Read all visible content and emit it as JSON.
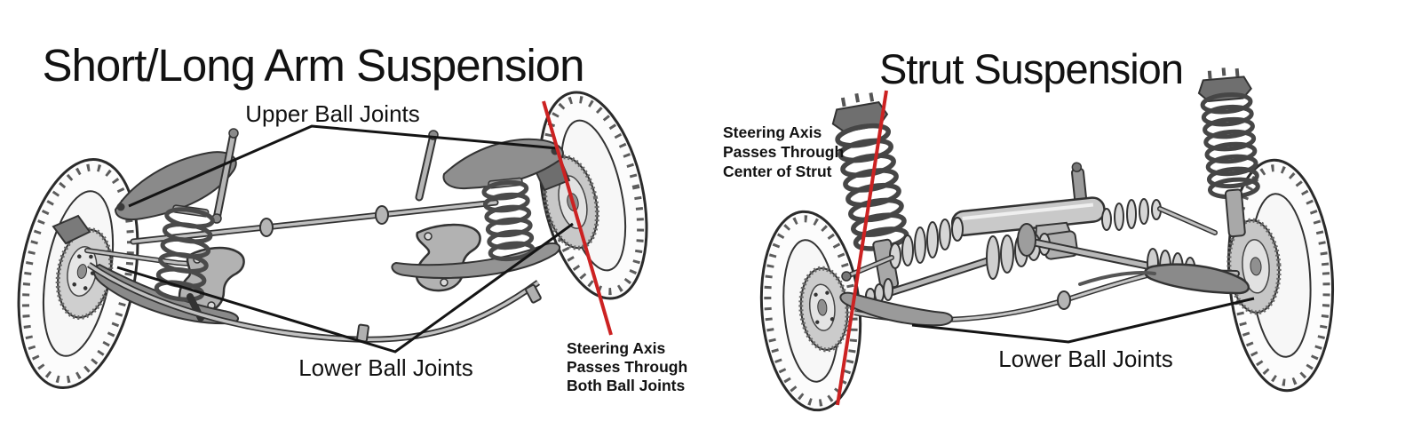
{
  "colors": {
    "steering_axis": "#cc2222",
    "annotation": "#141414",
    "background": "#ffffff"
  },
  "left_diagram": {
    "title": "Short/Long Arm Suspension",
    "labels": {
      "upper_ball_joints": "Upper Ball Joints",
      "lower_ball_joints": "Lower Ball Joints",
      "steering_axis_note": [
        "Steering Axis",
        "Passes Through",
        "Both Ball Joints"
      ]
    }
  },
  "right_diagram": {
    "title": "Strut Suspension",
    "labels": {
      "lower_ball_joints": "Lower Ball Joints",
      "steering_axis_note": [
        "Steering Axis",
        "Passes Through",
        "Center of Strut"
      ]
    }
  }
}
